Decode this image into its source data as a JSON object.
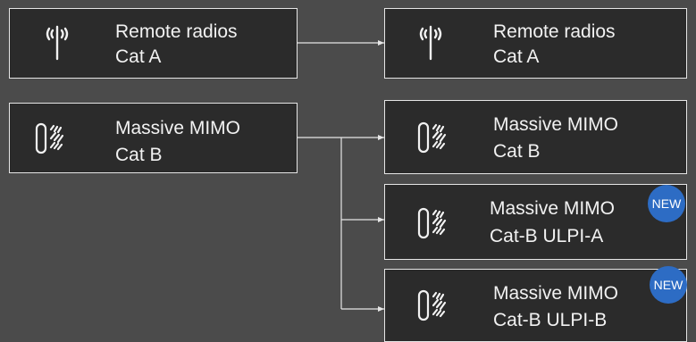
{
  "diagram": {
    "source_nodes": [
      {
        "icon": "radio-antenna-icon",
        "line1": "Remote radios",
        "line2": "Cat A"
      },
      {
        "icon": "mimo-antenna-icon",
        "line1": "Massive MIMO",
        "line2": "Cat B"
      }
    ],
    "target_nodes": [
      {
        "icon": "radio-antenna-icon",
        "line1": "Remote radios",
        "line2": "Cat A",
        "badge": ""
      },
      {
        "icon": "mimo-antenna-icon",
        "line1": "Massive MIMO",
        "line2": "Cat B",
        "badge": ""
      },
      {
        "icon": "mimo-antenna-icon",
        "line1": "Massive MIMO",
        "line2": "Cat-B ULPI-A",
        "badge": "NEW"
      },
      {
        "icon": "mimo-antenna-icon",
        "line1": "Massive MIMO",
        "line2": "Cat-B ULPI-B",
        "badge": "NEW"
      }
    ],
    "colors": {
      "background": "#4b4b4b",
      "box": "#2b2b2b",
      "border": "#e6e6e6",
      "badge": "#2d6cc4"
    }
  }
}
